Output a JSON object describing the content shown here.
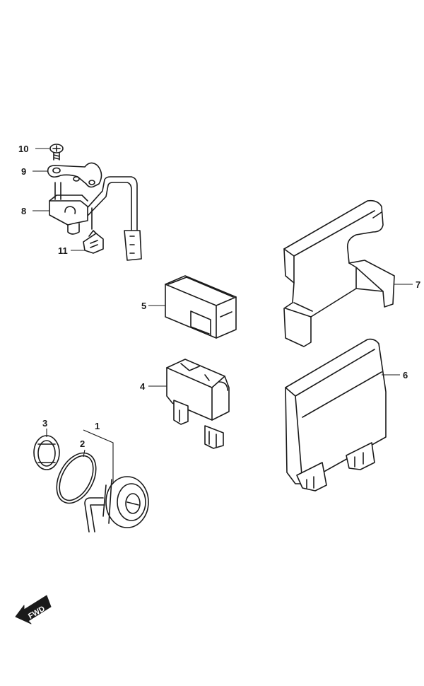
{
  "callouts": {
    "c1": "1",
    "c2": "2",
    "c3": "3",
    "c4": "4",
    "c5": "5",
    "c6": "6",
    "c7": "7",
    "c8": "8",
    "c9": "9",
    "c10": "10",
    "c11": "11"
  },
  "direction_badge": {
    "label": "FWD"
  }
}
